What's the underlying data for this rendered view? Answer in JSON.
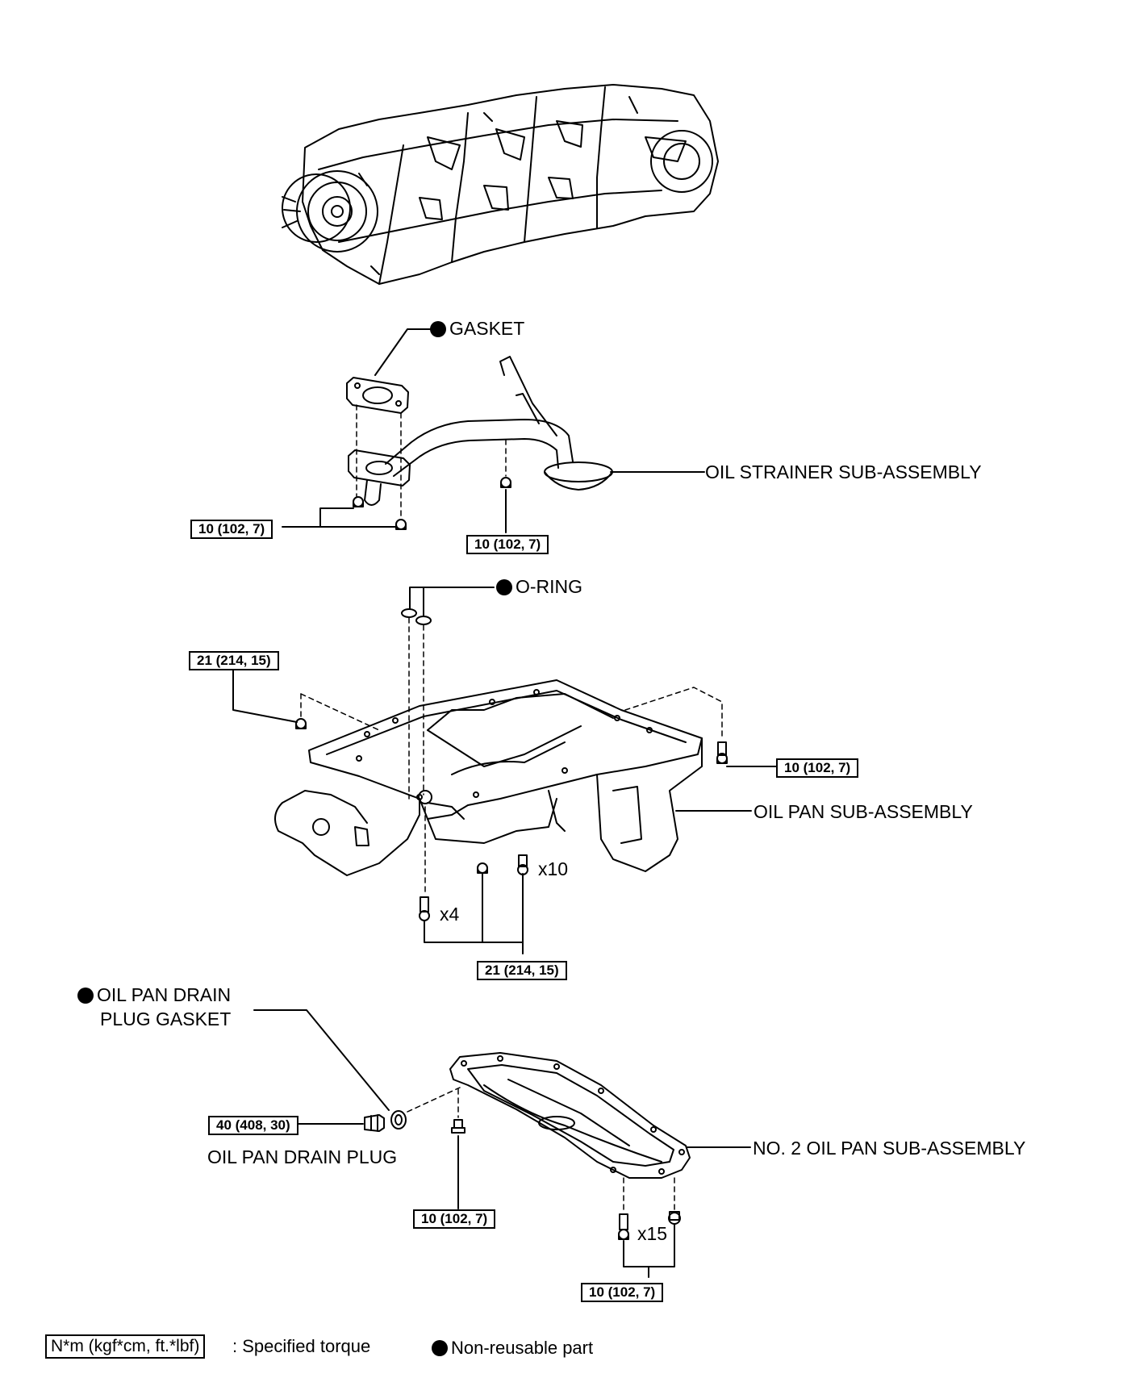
{
  "labels": {
    "gasket": "GASKET",
    "oil_strainer": "OIL STRAINER SUB-ASSEMBLY",
    "o_ring": "O-RING",
    "oil_pan": "OIL PAN SUB-ASSEMBLY",
    "drain_gasket_line1": "OIL PAN DRAIN",
    "drain_gasket_line2": "PLUG GASKET",
    "drain_plug": "OIL PAN DRAIN PLUG",
    "no2_oil_pan": "NO. 2 OIL PAN SUB-ASSEMBLY"
  },
  "torques": {
    "strainer_left": "10 (102, 7)",
    "strainer_center": "10 (102, 7)",
    "oilpan_upper_left": "21 (214, 15)",
    "oilpan_right": "10 (102, 7)",
    "oilpan_bottom": "21 (214, 15)",
    "drain_plug": "40 (408, 30)",
    "no2_center": "10 (102, 7)",
    "no2_bottom": "10 (102, 7)"
  },
  "quantities": {
    "x10": "x10",
    "x4": "x4",
    "x15": "x15"
  },
  "legend": {
    "torque_unit": "N*m (kgf*cm, ft.*lbf)",
    "torque_text": ": Specified torque",
    "nonreusable_text": "Non-reusable part"
  }
}
